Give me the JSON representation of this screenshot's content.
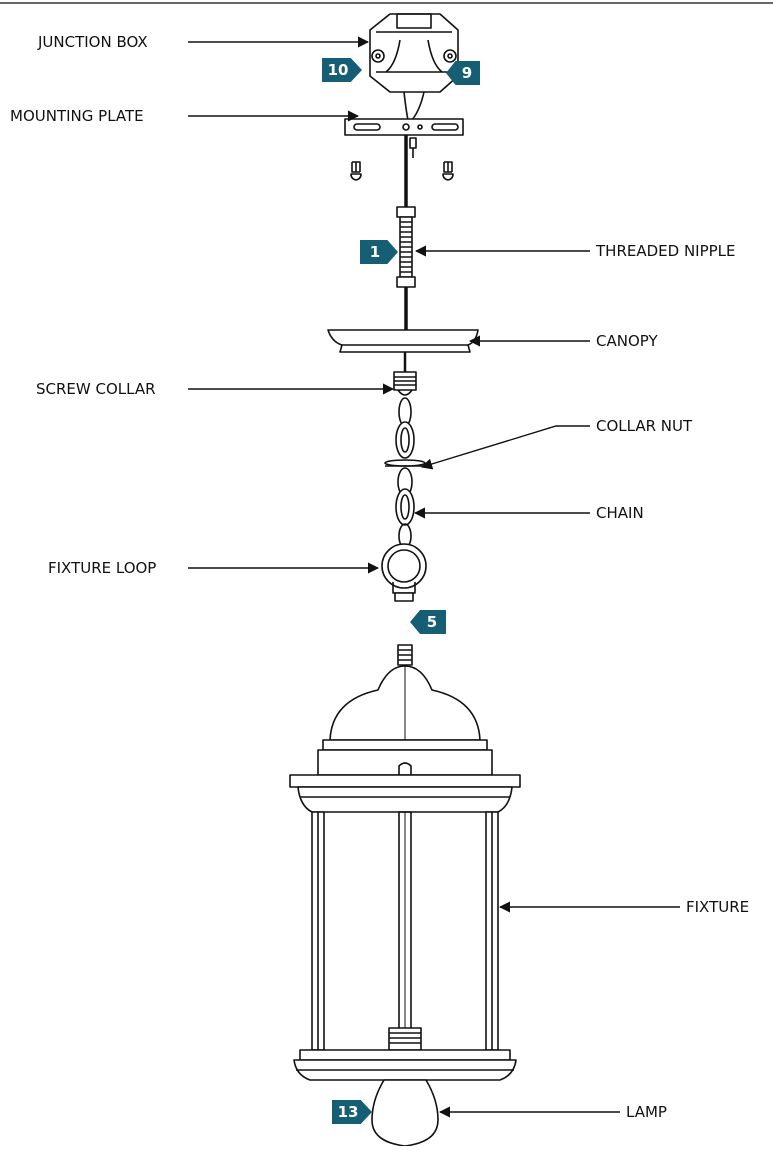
{
  "colors": {
    "badge": "#155e73",
    "line": "#111111",
    "frame": "#666666"
  },
  "labels": {
    "junction_box": "JUNCTION BOX",
    "mounting_plate": "MOUNTING PLATE",
    "threaded_nipple": "THREADED NIPPLE",
    "canopy": "CANOPY",
    "screw_collar": "SCREW COLLAR",
    "collar_nut": "COLLAR NUT",
    "chain": "CHAIN",
    "fixture_loop": "FIXTURE LOOP",
    "fixture": "FIXTURE",
    "lamp": "LAMP"
  },
  "steps": {
    "s10": "10",
    "s9": "9",
    "s1": "1",
    "s5": "5",
    "s13": "13"
  }
}
